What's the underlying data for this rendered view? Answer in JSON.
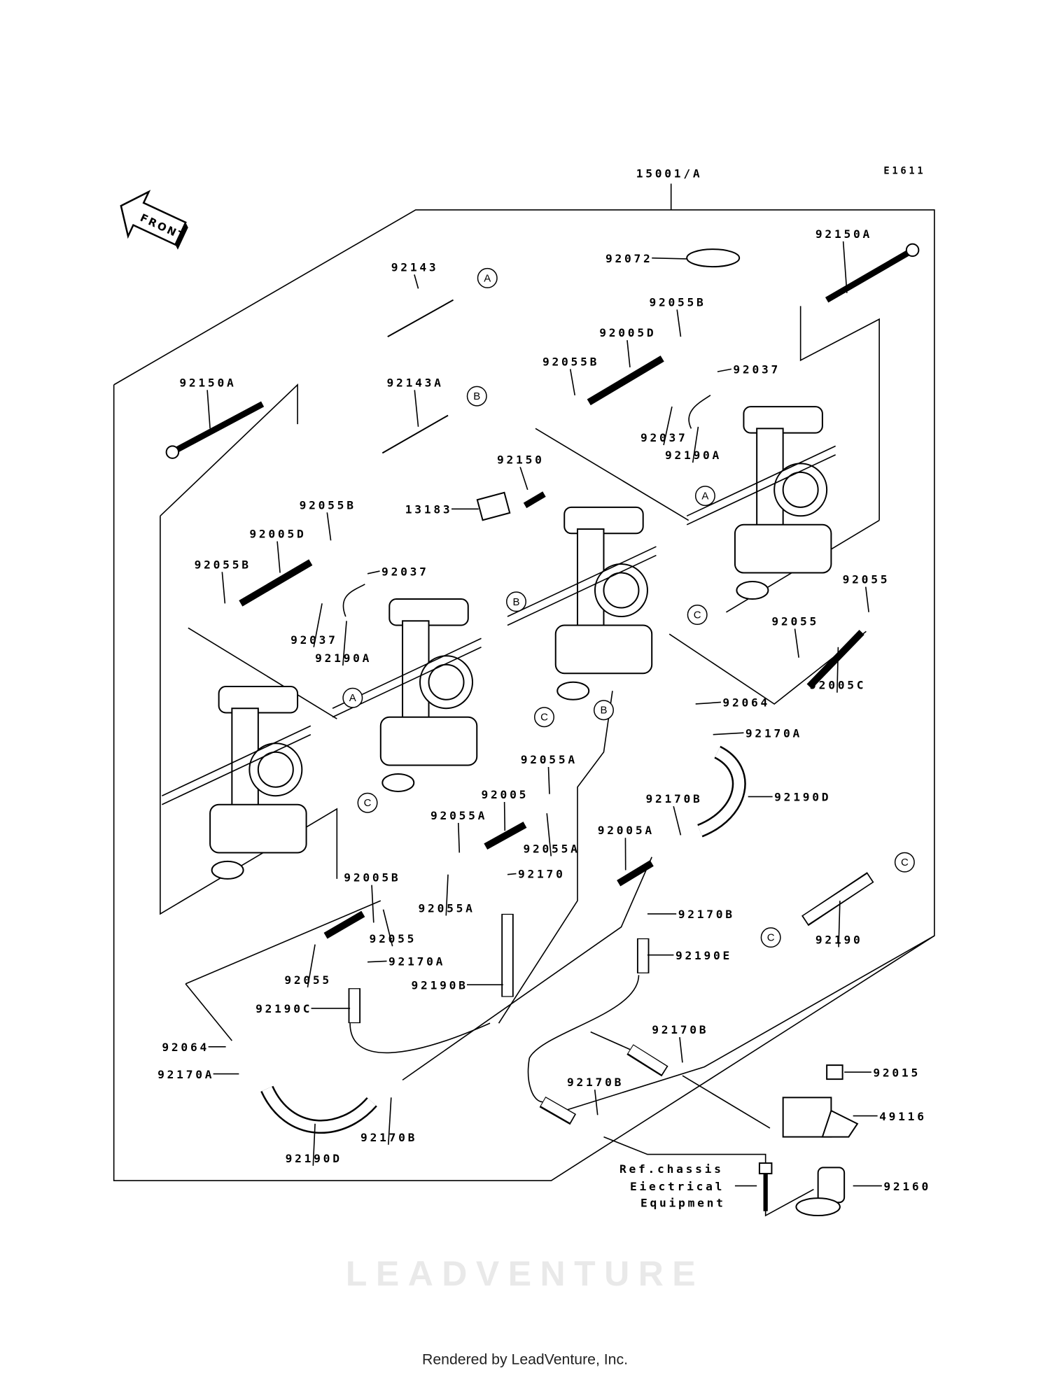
{
  "diagram": {
    "assembly_label": "15001/A",
    "diagram_code": "E1611",
    "front_arrow": "FRONT",
    "watermark": "LEADVENTURE",
    "footer": "Rendered by LeadVenture, Inc.",
    "ref_note": [
      "Ref.chassis",
      "Eiectrical",
      "Equipment"
    ],
    "part_labels": [
      "92143",
      "92072",
      "92150A",
      "92055B",
      "92005D",
      "92055B",
      "92037",
      "92150A",
      "92143A",
      "92037",
      "92190A",
      "92150",
      "13183",
      "92055B",
      "92005D",
      "92055B",
      "92037",
      "92037",
      "92190A",
      "92055",
      "92055",
      "92005C",
      "92064",
      "92170A",
      "92055A",
      "92190D",
      "92005",
      "92055A",
      "92055A",
      "92170B",
      "92005A",
      "92170",
      "92005B",
      "92055",
      "92055A",
      "92055",
      "92170A",
      "92170B",
      "92190E",
      "92190",
      "92190B",
      "92190C",
      "92064",
      "92170A",
      "92170B",
      "92015",
      "92170B",
      "49116",
      "92170B",
      "92190D",
      "92160"
    ],
    "reference_markers": [
      "A",
      "B",
      "A",
      "B",
      "C",
      "A",
      "C",
      "B",
      "C",
      "C",
      "C"
    ]
  }
}
